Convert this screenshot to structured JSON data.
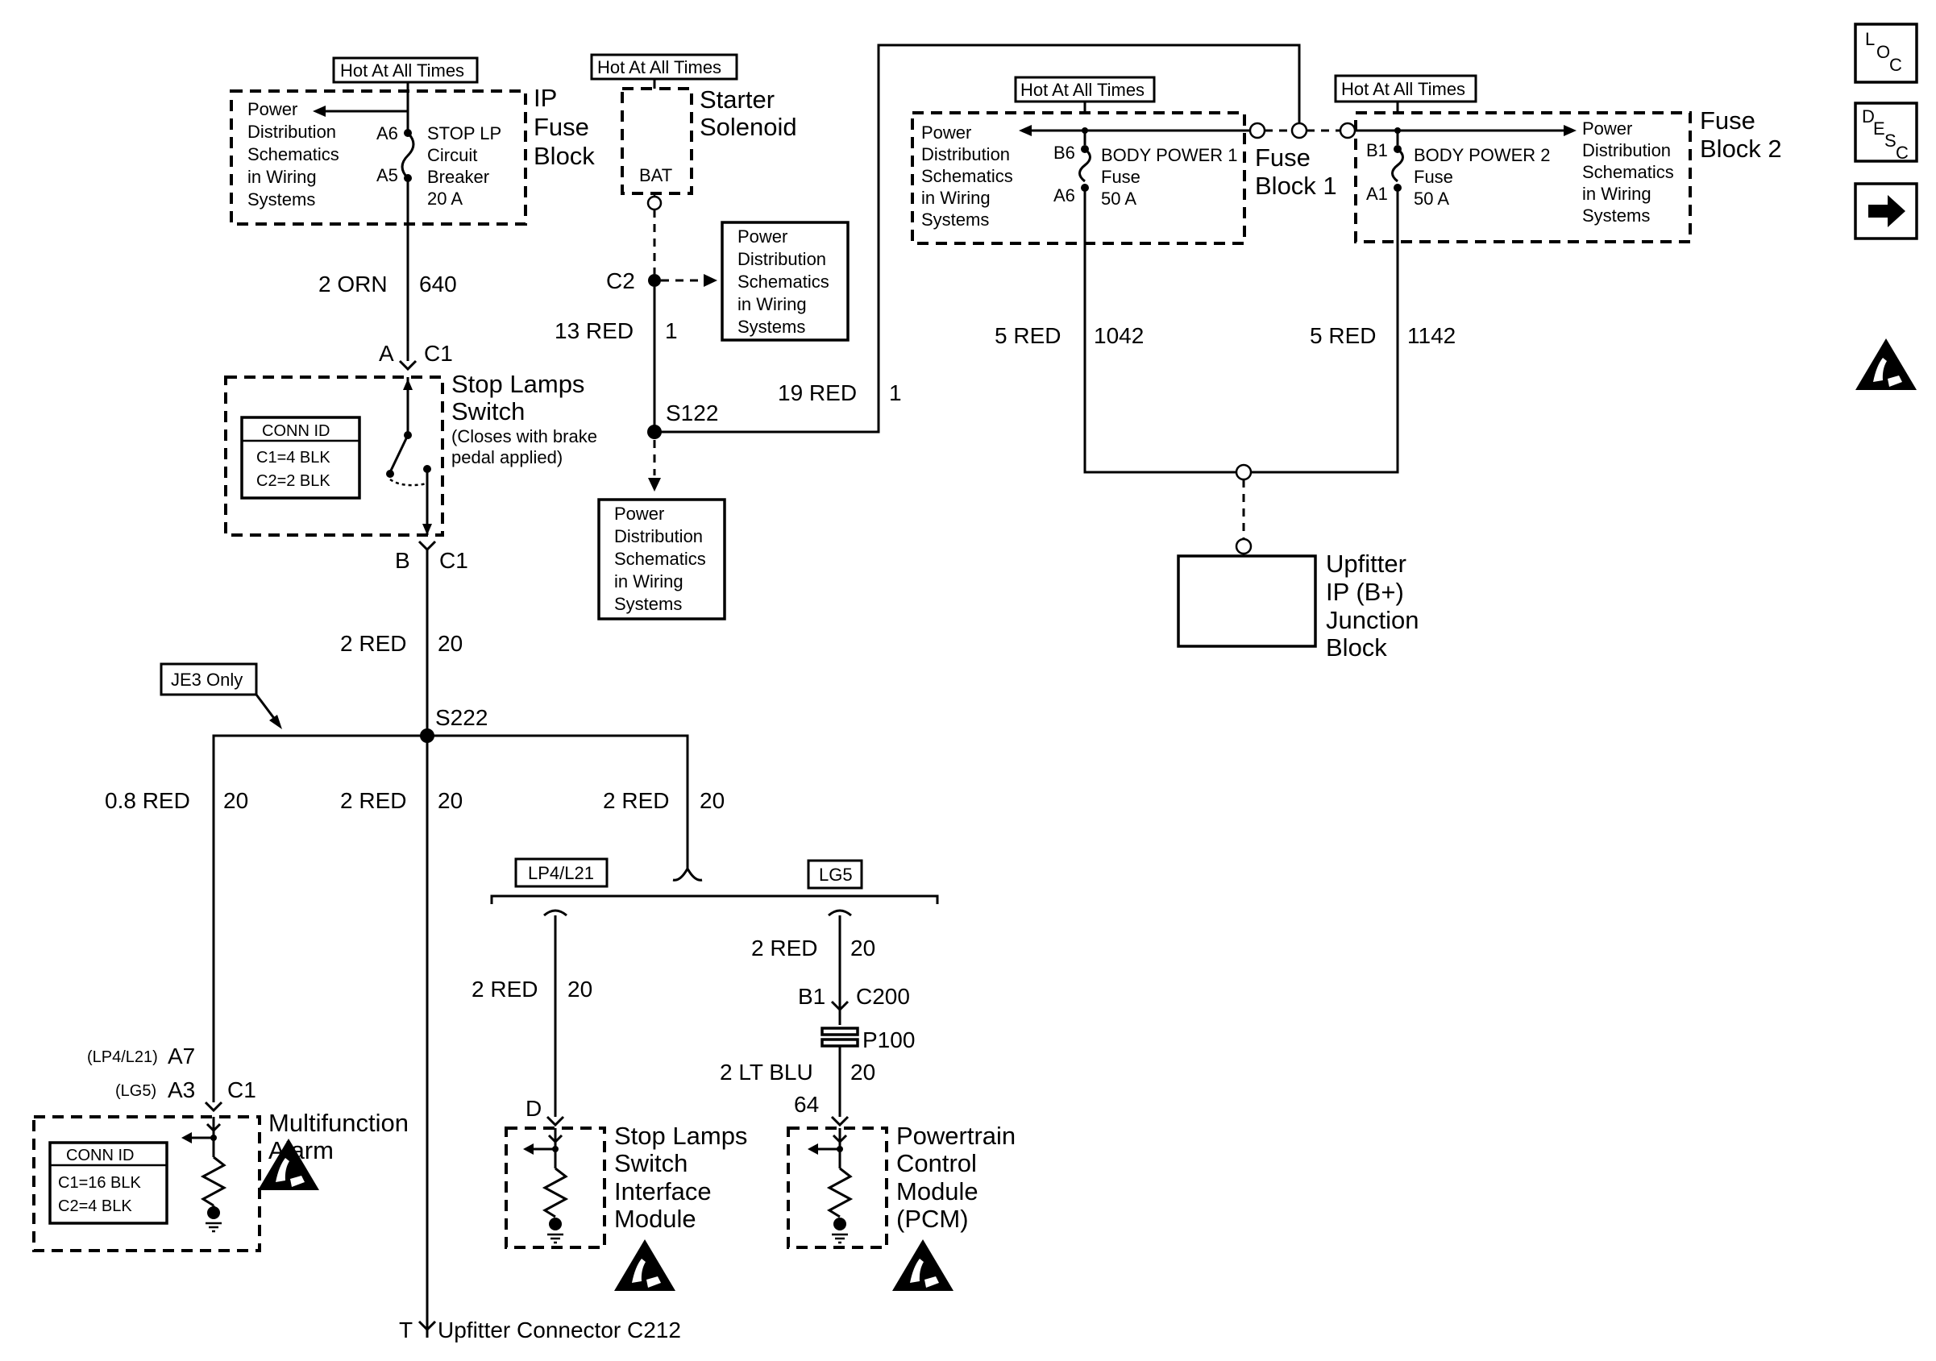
{
  "labels": {
    "hot_ip": "Hot At All Times",
    "hot_starter": "Hot At All Times",
    "hot_fb1": "Hot At All Times",
    "hot_fb2": "Hot At All Times",
    "je3": "JE3 Only",
    "lp4": "LP4/L21",
    "lg5": "LG5"
  },
  "ip_fuse_block": {
    "name": [
      "IP",
      "Fuse",
      "Block"
    ],
    "pd": [
      "Power",
      "Distribution",
      "Schematics",
      "in Wiring",
      "Systems"
    ],
    "pin_in": "A6",
    "pin_out": "A5",
    "breaker": [
      "STOP LP",
      "Circuit",
      "Breaker",
      "20 A"
    ]
  },
  "starter": {
    "name": [
      "Starter",
      "Solenoid"
    ],
    "pin": "BAT"
  },
  "pd_box_c2": [
    "Power",
    "Distribution",
    "Schematics",
    "in Wiring",
    "Systems"
  ],
  "pd_box_s122": [
    "Power",
    "Distribution",
    "Schematics",
    "in Wiring",
    "Systems"
  ],
  "fuse_block_1": {
    "name": [
      "Fuse",
      "Block 1"
    ],
    "pd": [
      "Power",
      "Distribution",
      "Schematics",
      "in Wiring",
      "Systems"
    ],
    "pin_in": "B6",
    "pin_out": "A6",
    "fuse": [
      "BODY POWER 1",
      "Fuse",
      "50 A"
    ]
  },
  "fuse_block_2": {
    "name": [
      "Fuse",
      "Block 2"
    ],
    "pd": [
      "Power",
      "Distribution",
      "Schematics",
      "in Wiring",
      "Systems"
    ],
    "pin_in": "B1",
    "pin_out": "A1",
    "fuse": [
      "BODY POWER 2",
      "Fuse",
      "50 A"
    ]
  },
  "upfitter_jb": [
    "Upfitter",
    "IP (B+)",
    "Junction",
    "Block"
  ],
  "stop_lamps_switch": {
    "name": [
      "Stop Lamps",
      "Switch"
    ],
    "note": [
      "(Closes with brake",
      "pedal applied)"
    ],
    "conn_title": "CONN ID",
    "conn_lines": [
      "C1=4 BLK",
      "C2=2 BLK"
    ],
    "pin_top": "A",
    "conn_top": "C1",
    "pin_bot": "B",
    "conn_bot": "C1"
  },
  "multifunction_alarm": {
    "name": [
      "Multifunction",
      "Alarm"
    ],
    "conn_title": "CONN ID",
    "conn_lines": [
      "C1=16 BLK",
      "C2=4 BLK"
    ],
    "pin_a7_opt": "(LP4/L21)",
    "pin_a7": "A7",
    "pin_a3_opt": "(LG5)",
    "pin_a3": "A3",
    "conn": "C1"
  },
  "sls_interface": {
    "name": [
      "Stop Lamps",
      "Switch",
      "Interface",
      "Module"
    ],
    "pin": "D"
  },
  "pcm": {
    "name": [
      "Powertrain",
      "Control",
      "Module",
      "(PCM)"
    ],
    "pin": "64"
  },
  "wires": {
    "w640_size": "2 ORN",
    "w640_num": "640",
    "c2_label": "C2",
    "w13_size": "13 RED",
    "w13_num": "1",
    "s122": "S122",
    "w19_size": "19 RED",
    "w19_num": "1",
    "w1042_size": "5 RED",
    "w1042_num": "1042",
    "w1142_size": "5 RED",
    "w1142_num": "1142",
    "w20a_size": "2 RED",
    "w20a_num": "20",
    "s222": "S222",
    "w08_size": "0.8 RED",
    "w08_num": "20",
    "w20b_size": "2 RED",
    "w20b_num": "20",
    "w20c_size": "2 RED",
    "w20c_num": "20",
    "w20d_size": "2 RED",
    "w20d_num": "20",
    "w20e_size": "2 RED",
    "w20e_num": "20",
    "b1": "B1",
    "c200": "C200",
    "p100": "P100",
    "wlt_size": "2 LT BLU",
    "wlt_num": "20",
    "t_pin": "T",
    "upfitter_conn": "Upfitter Connector C212"
  },
  "nav": {
    "loc": [
      "L",
      "O",
      "C"
    ],
    "desc": [
      "D",
      "E",
      "S",
      "C"
    ]
  }
}
